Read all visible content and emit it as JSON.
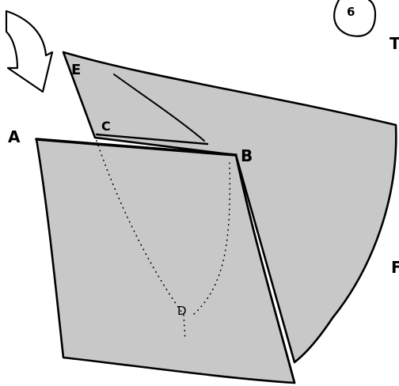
{
  "labels": {
    "a": "A",
    "b": "B",
    "c": "C",
    "d": "D",
    "e": "E",
    "step": "6",
    "cut_t": "T",
    "cut_f": "F"
  },
  "icons": {
    "arrow": "curved-down-arrow-icon"
  }
}
